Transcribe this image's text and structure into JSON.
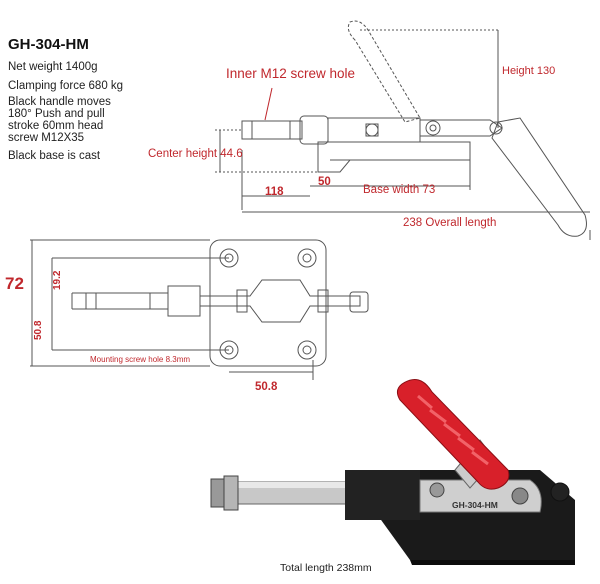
{
  "specs": {
    "title": "GH-304-HM",
    "net_weight": "Net weight 1400g",
    "clamping_force": "Clamping force 680 kg",
    "handle_line1": "Black handle moves",
    "handle_line2": "180° Push and pull",
    "handle_line3": "stroke 60mm head",
    "handle_line4": "screw M12X35",
    "base": "Black base is cast"
  },
  "side_view": {
    "screw_hole_label": "Inner M12 screw hole",
    "height_label": "Height 130",
    "center_height_label": "Center height 44.6",
    "dim_50": "50",
    "dim_118": "118",
    "base_width_label": "Base width 73",
    "overall_length_label": "238 Overall length"
  },
  "top_view": {
    "dim_72": "72",
    "dim_19_2": "19.2",
    "dim_50_8_v": "50.8",
    "mounting_hole_label": "Mounting screw hole 8.3mm",
    "dim_50_8_h": "50.8"
  },
  "photo": {
    "stamp": "GH-304-HM",
    "caption": "Total length 238mm"
  },
  "colors": {
    "accent_red": "#c0282d",
    "line_gray": "#555555",
    "handle_red": "#d8202a",
    "body_black": "#1a1a1a"
  }
}
